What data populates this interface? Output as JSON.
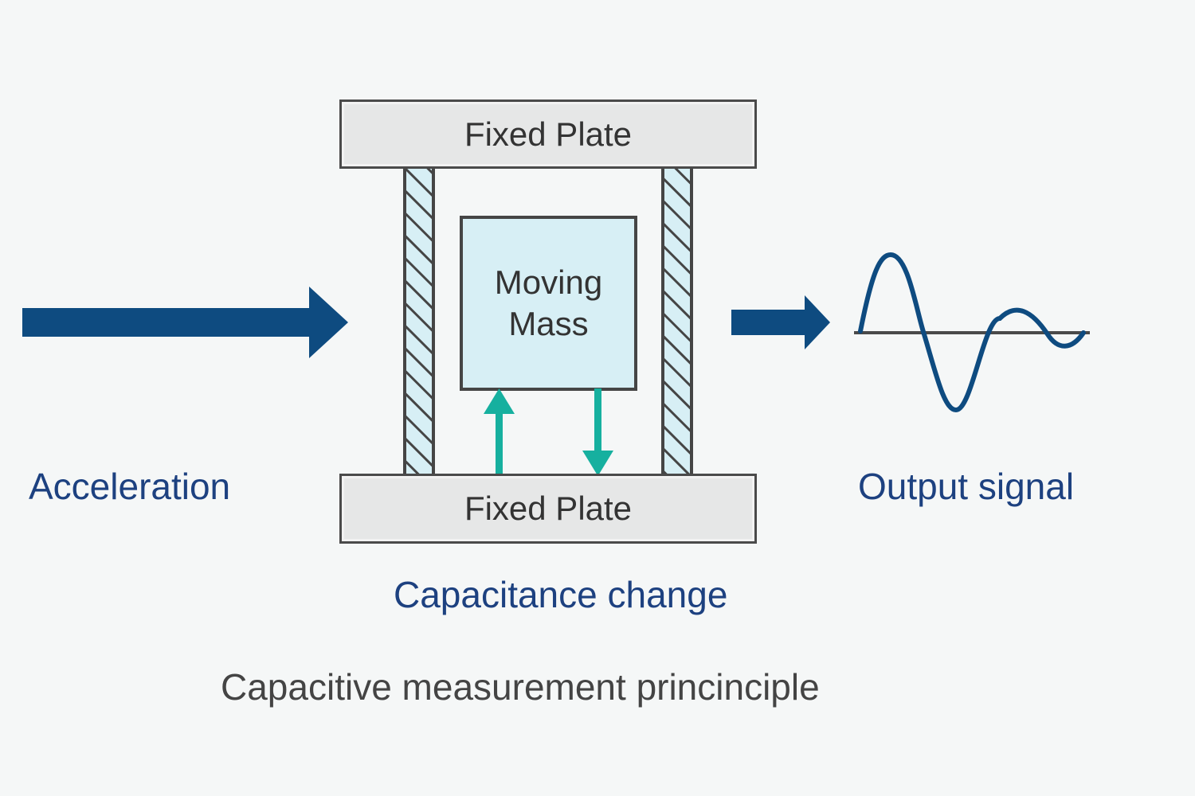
{
  "diagram": {
    "title": "Capacitive measurement princinciple",
    "top_plate_label": "Fixed Plate",
    "bottom_plate_label": "Fixed Plate",
    "mass_label_line1": "Moving",
    "mass_label_line2": "Mass",
    "input_label": "Acceleration",
    "middle_label": "Capacitance change",
    "output_label": "Output signal",
    "colors": {
      "arrow_blue": "#0e4b80",
      "label_blue": "#1d4180",
      "teal": "#16b09f",
      "mass_fill": "#d7eff5",
      "plate_fill": "#e6e7e7",
      "outline": "#454545",
      "background": "#f5f7f7"
    }
  }
}
